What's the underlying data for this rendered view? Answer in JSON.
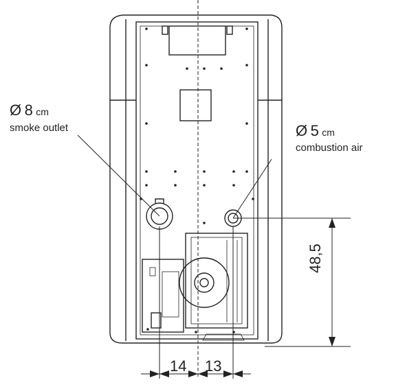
{
  "annotations": {
    "smoke_outlet": {
      "diameter_symbol": "Ø",
      "diameter_value": "8",
      "unit": "cm",
      "caption": "smoke outlet"
    },
    "combustion_air": {
      "diameter_symbol": "Ø",
      "diameter_value": "5",
      "unit": "cm",
      "caption": "combustion air"
    }
  },
  "dimensions": {
    "height": "48,5",
    "left_offset": "14",
    "right_offset": "13"
  },
  "colors": {
    "line": "#222222",
    "background": "#ffffff"
  }
}
